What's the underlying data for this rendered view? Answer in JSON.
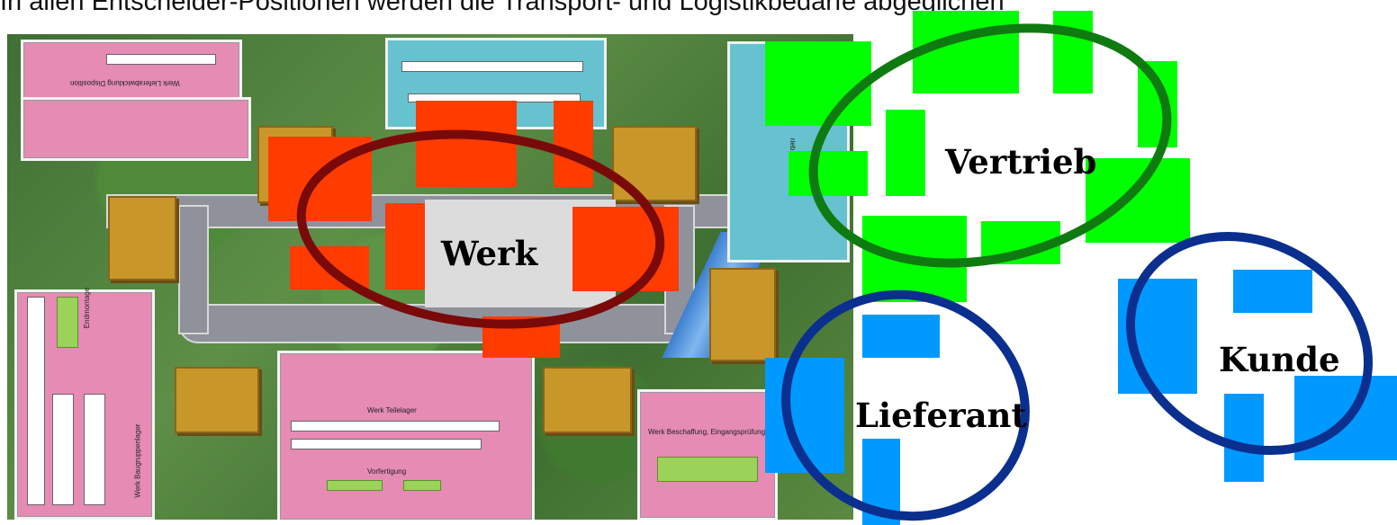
{
  "header": {
    "text": "In allen Entscheider-Positionen werden die Transport- und Logistikbedarfe abgeglichen"
  },
  "regions": {
    "werk": {
      "label": "Werk",
      "color": "#7a0a0a"
    },
    "vertrieb": {
      "label": "Vertrieb",
      "color": "#0f7a10"
    },
    "kunde": {
      "label": "Kunde",
      "color": "#0a2f8f"
    },
    "lieferant": {
      "label": "Lieferant",
      "color": "#0a2f8f"
    }
  },
  "board_labels": {
    "top_left": "Werk  Lieferabwicklung  Disposition",
    "teilelager": "Werk Teilelager",
    "vorfertigung": "Vorfertigung",
    "beschaffung": "Werk Beschaffung, Eingangsprüfung",
    "baugruppenlager": "Werk Baugruppenlager",
    "endmontage": "Endmontage",
    "vertrieb_building": "rieb"
  },
  "colors": {
    "red": "#ff3b00",
    "green": "#00ff00",
    "blue": "#0099ff"
  }
}
